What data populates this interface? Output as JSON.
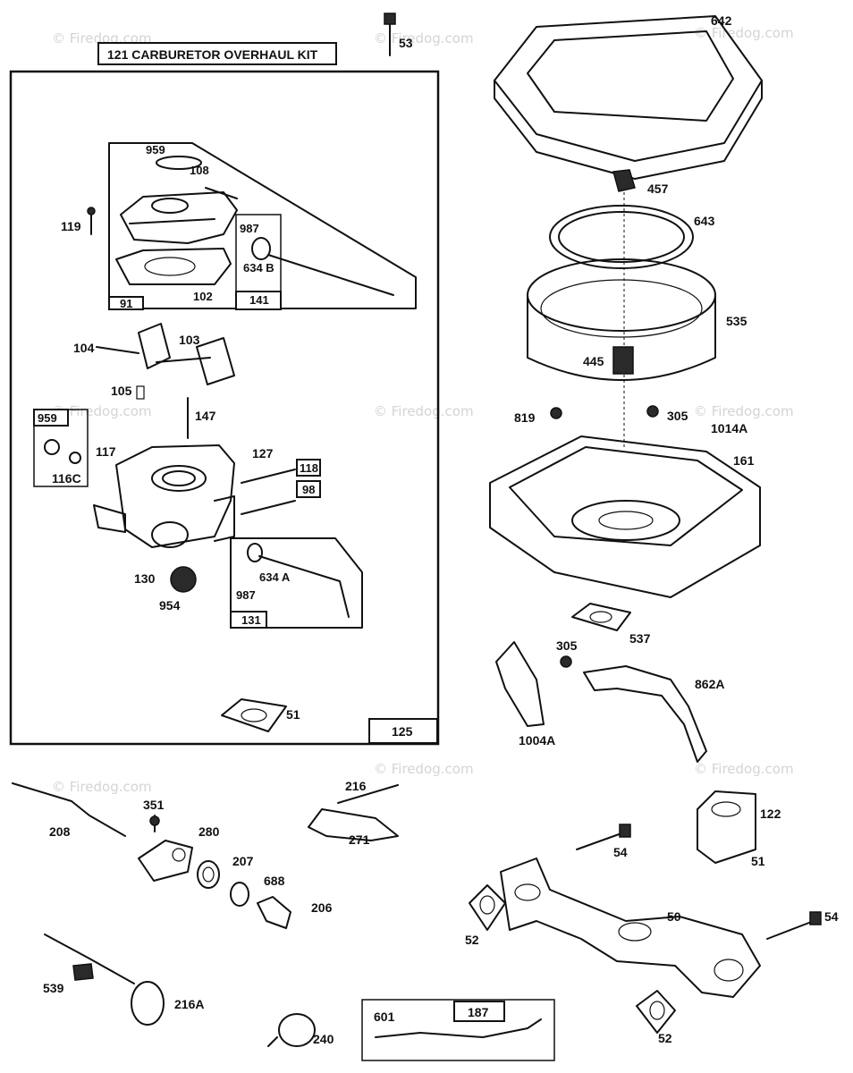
{
  "kit_title": "121  CARBURETOR OVERHAUL KIT",
  "watermark": "© Firedog.com",
  "callouts": {
    "p53": "53",
    "p642": "642",
    "p457": "457",
    "p643": "643",
    "p535": "535",
    "p445": "445",
    "p819": "819",
    "p305a": "305",
    "p1014a": "1014A",
    "p161": "161",
    "p537": "537",
    "p305b": "305",
    "p862a": "862A",
    "p1004a": "1004A",
    "p959a": "959",
    "p108": "108",
    "p119": "119",
    "p987a": "987",
    "p634b": "634 B",
    "p102": "102",
    "p91": "91",
    "p141": "141",
    "p104": "104",
    "p103": "103",
    "p105": "105",
    "p147": "147",
    "p959b": "959",
    "p117": "117",
    "p116c": "116C",
    "p127": "127",
    "p118": "118",
    "p98": "98",
    "p130": "130",
    "p954": "954",
    "p987b": "987",
    "p634a": "634 A",
    "p131": "131",
    "p51a": "51",
    "p125": "125",
    "p208": "208",
    "p351": "351",
    "p280": "280",
    "p207": "207",
    "p688": "688",
    "p206": "206",
    "p216": "216",
    "p271": "271",
    "p54a": "54",
    "p122": "122",
    "p51b": "51",
    "p50": "50",
    "p52a": "52",
    "p54b": "54",
    "p52b": "52",
    "p539": "539",
    "p216a": "216A",
    "p240": "240",
    "p601": "601",
    "p187": "187"
  }
}
